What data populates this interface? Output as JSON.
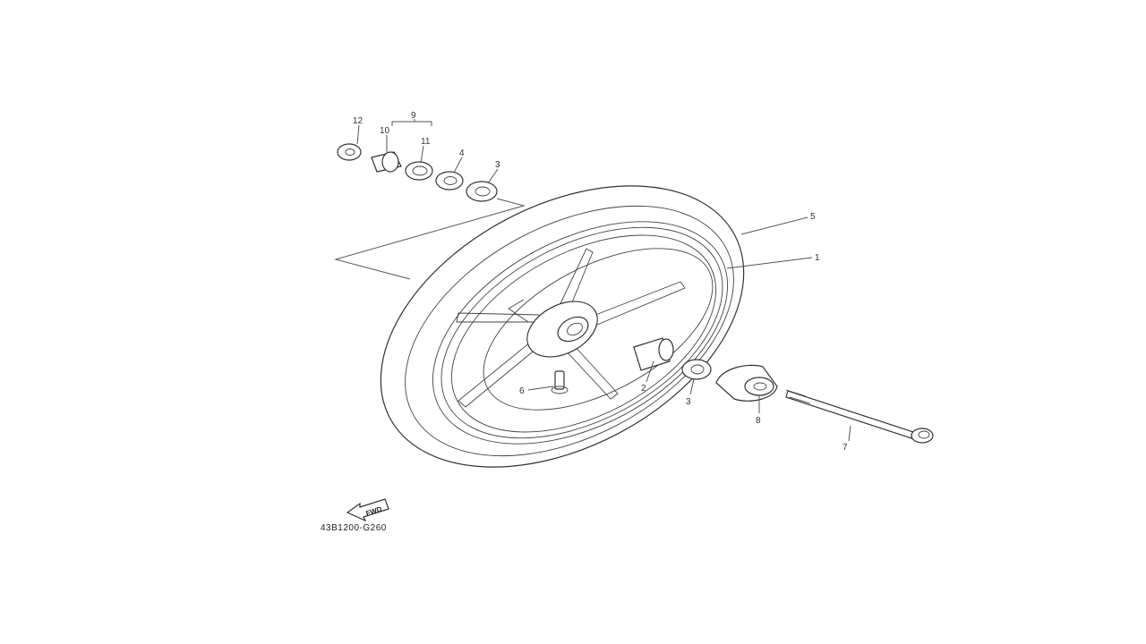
{
  "diagram": {
    "callouts": {
      "p1": "1",
      "p2": "2",
      "p3a": "3",
      "p3b": "3",
      "p4": "4",
      "p5": "5",
      "p6": "6",
      "p7": "7",
      "p8": "8",
      "p9": "9",
      "p10": "10",
      "p11": "11",
      "p12": "12"
    },
    "fwd_label": "FWD",
    "figure_code": "43B1200-G260"
  }
}
